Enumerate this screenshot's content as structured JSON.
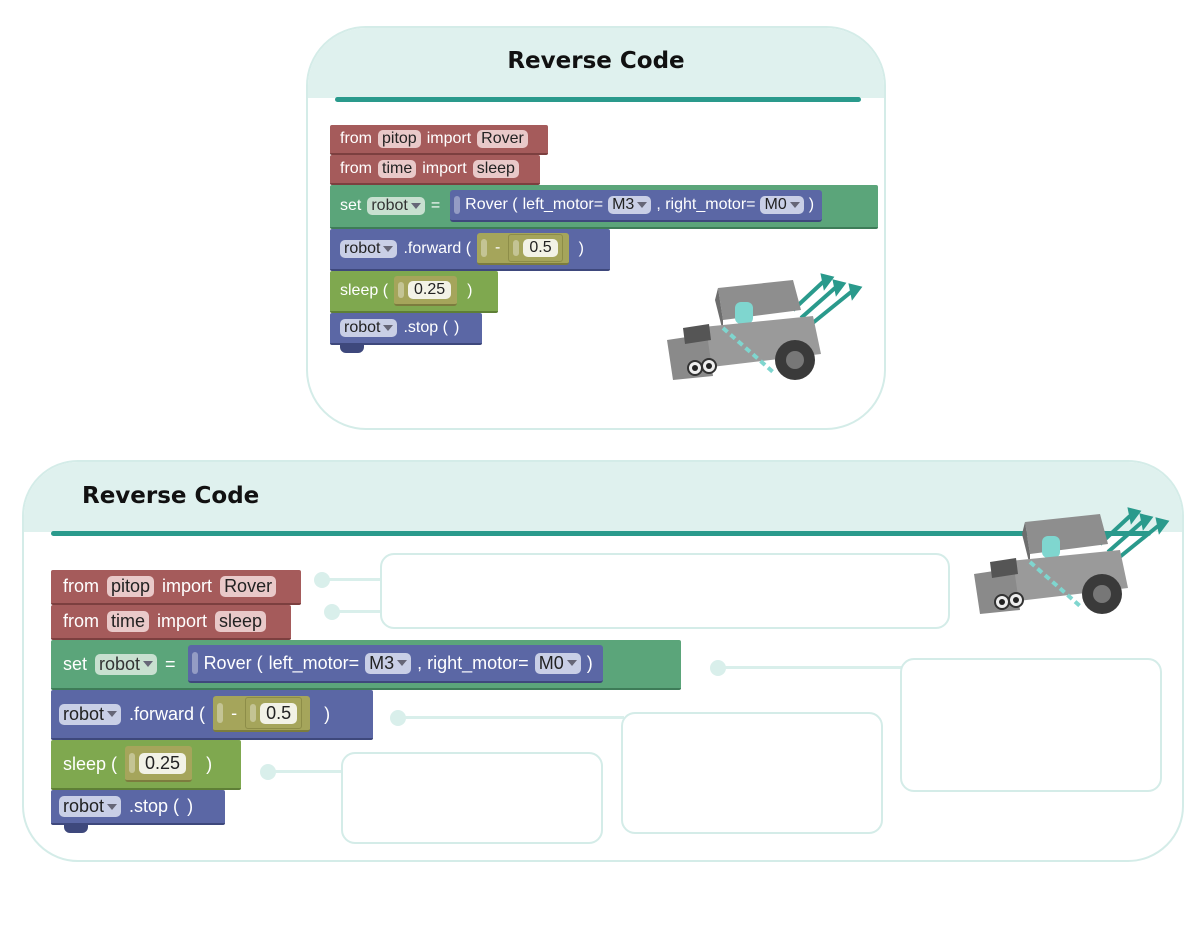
{
  "colors": {
    "header_bg": "#dff1ee",
    "accent": "#2a9a8c",
    "block_import": "#a55b5b",
    "block_set": "#5ba57a",
    "block_robot": "#5b67a5",
    "block_sleep": "#7fa84f",
    "block_math": "#a5a55b"
  },
  "top_card": {
    "title": "Reverse Code"
  },
  "bottom_card": {
    "title": "Reverse Code"
  },
  "code": {
    "line1": {
      "kw_from": "from",
      "module": "pitop",
      "kw_import": "import",
      "name": "Rover"
    },
    "line2": {
      "kw_from": "from",
      "module": "time",
      "kw_import": "import",
      "name": "sleep"
    },
    "line3": {
      "kw_set": "set",
      "var": "robot",
      "eq": "=",
      "ctor": "Rover (",
      "left_label": "left_motor=",
      "left_value": "M3",
      "comma": ", right_motor=",
      "right_value": "M0",
      "close": ")"
    },
    "line4": {
      "var": "robot",
      "method": ".forward (",
      "op": "-",
      "value": "0.5",
      "close": ")"
    },
    "line5": {
      "fn": "sleep (",
      "value": "0.25",
      "close": ")"
    },
    "line6": {
      "var": "robot",
      "method": ".stop (",
      "close": ")"
    }
  },
  "icons": [
    "dropdown-caret-icon",
    "rover-robot-illustration",
    "motion-arrows-icon"
  ]
}
